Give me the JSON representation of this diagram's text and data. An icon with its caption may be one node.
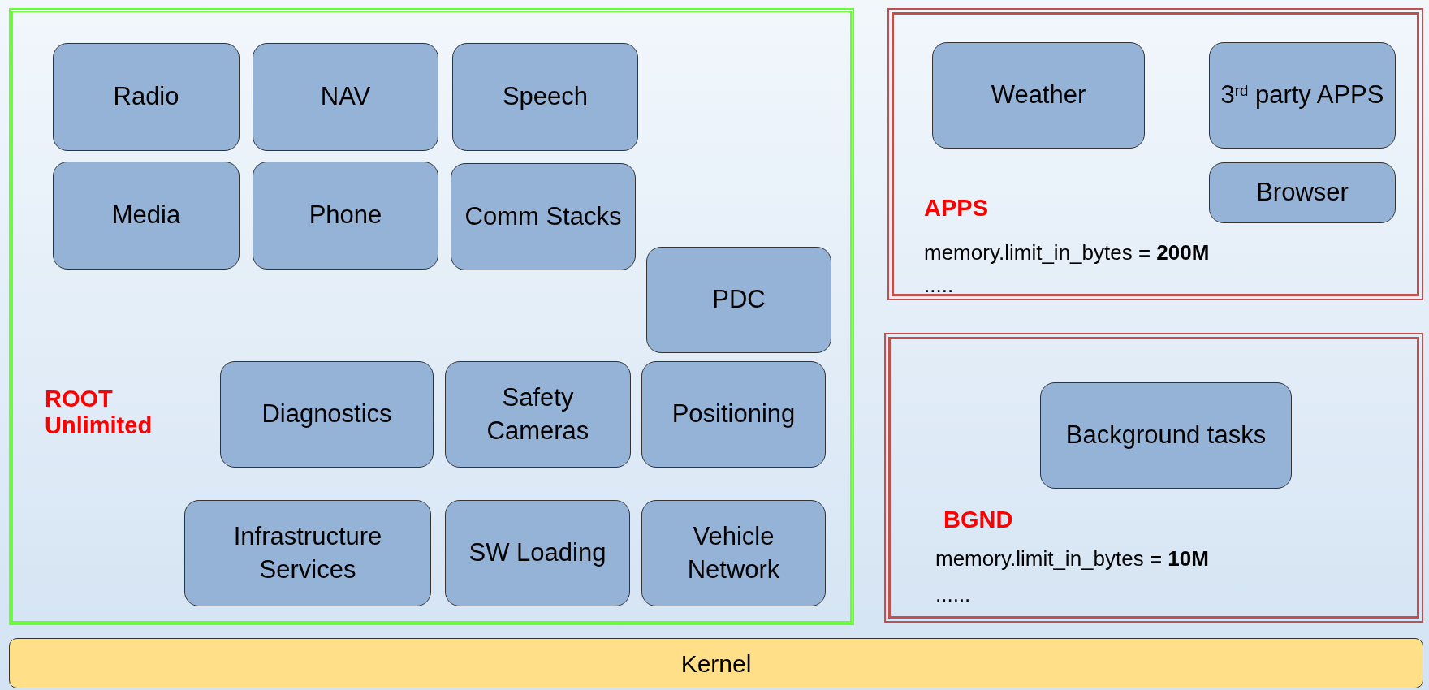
{
  "diagram": {
    "nodes": [
      {
        "text": [
          "ROOT Unlimited"
        ]
      },
      {
        "text": [
          "Radio"
        ],
        "in": 0
      },
      {
        "text": [
          "NAV"
        ],
        "in": 0
      },
      {
        "text": [
          "Speech"
        ],
        "in": 0
      },
      {
        "text": [
          "Media"
        ],
        "in": 0
      },
      {
        "text": [
          "Phone"
        ],
        "in": 0
      },
      {
        "text": [
          "Comm Stacks"
        ],
        "in": 0
      },
      {
        "text": [
          "PDC"
        ],
        "in": 0
      },
      {
        "text": [
          "Diagnostics"
        ],
        "in": 0
      },
      {
        "text": [
          "Safety Cameras"
        ],
        "in": 0
      },
      {
        "text": [
          "Positioning"
        ],
        "in": 0
      },
      {
        "text": [
          "Infrastructure Services"
        ],
        "in": 0
      },
      {
        "text": [
          "SW Loading"
        ],
        "in": 0
      },
      {
        "text": [
          "Vehicle Network"
        ],
        "in": 0
      },
      {
        "text": [
          "APPS",
          "memory.limit_in_bytes = **200M**",
          "....."
        ]
      },
      {
        "text": [
          "Weather"
        ],
        "in": 14
      },
      {
        "text": [
          "3$^{rd}$ party APPS"
        ],
        "in": 14
      },
      {
        "text": [
          "Browser"
        ],
        "in": 14
      },
      {
        "text": [
          "BGND",
          "memory.limit_in_bytes = **10M**",
          "......"
        ]
      },
      {
        "text": [
          "Background tasks"
        ],
        "in": 18
      },
      {
        "text": [
          "Kernel"
        ]
      }
    ]
  }
}
